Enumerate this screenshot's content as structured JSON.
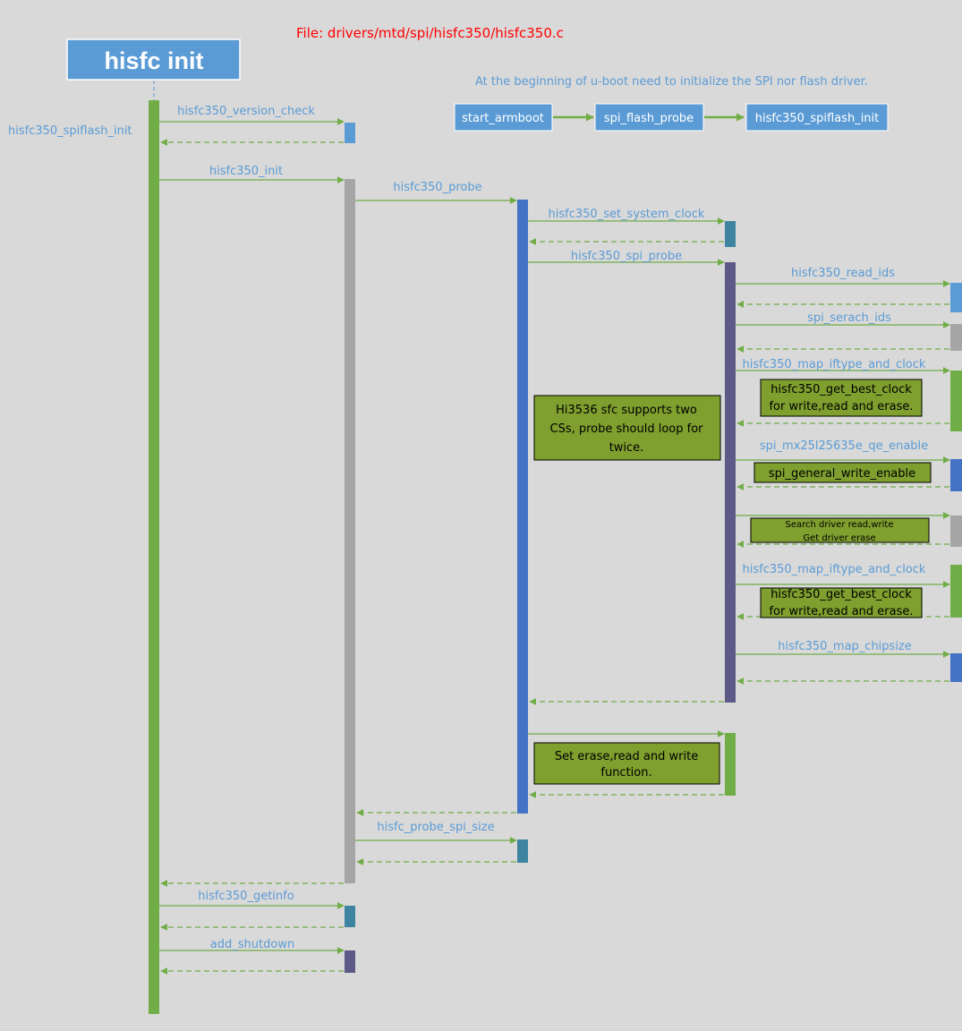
{
  "file_path": "File: drivers/mtd/spi/hisfc350/hisfc350.c",
  "title": "hisfc init",
  "intro": "At the beginning of u-boot need to initialize the SPI nor flash driver.",
  "flow": [
    "start_armboot",
    "spi_flash_probe",
    "hisfc350_spiflash_init"
  ],
  "caller": "hisfc350_spiflash_init",
  "calls": {
    "version_check": "hisfc350_version_check",
    "init": "hisfc350_init",
    "probe": "hisfc350_probe",
    "set_system_clock": "hisfc350_set_system_clock",
    "spi_probe": "hisfc350_spi_probe",
    "read_ids": "hisfc350_read_ids",
    "serach_ids": "spi_serach_ids",
    "map_iftype_1": "hisfc350_map_iftype_and_clock",
    "qe_enable": "spi_mx25l25635e_qe_enable",
    "map_iftype_2": "hisfc350_map_iftype_and_clock",
    "map_chipsize": "hisfc350_map_chipsize",
    "probe_spi_size": "hisfc_probe_spi_size",
    "getinfo": "hisfc350_getinfo",
    "shutdown": "add_shutdown"
  },
  "notes": {
    "best_clock_1": [
      "hisfc350_get_best_clock",
      "for write,read and erase."
    ],
    "two_cs": [
      "Hi3536 sfc supports two",
      "CSs,   probe should loop for",
      "twice."
    ],
    "write_enable": "spi_general_write_enable",
    "search_driver": [
      "Search driver read,write",
      "Get driver erase"
    ],
    "best_clock_2": [
      "hisfc350_get_best_clock",
      "for write,read and erase."
    ],
    "set_erase": [
      "Set erase,read and write",
      "function."
    ]
  },
  "colors": {
    "background": "#d9d9d9",
    "label": "#5b9bd5",
    "arrow": "#70ad47",
    "title_box": "#5b9bd5",
    "note_box": "#7f9f2e",
    "file_text": "#ff0000",
    "bar_green": "#70ad47",
    "bar_gray": "#a5a5a5",
    "bar_blue": "#4472c4",
    "bar_teal": "#3e84a0",
    "bar_purple": "#5e5a87",
    "bar_lightblue": "#5b9bd5"
  }
}
